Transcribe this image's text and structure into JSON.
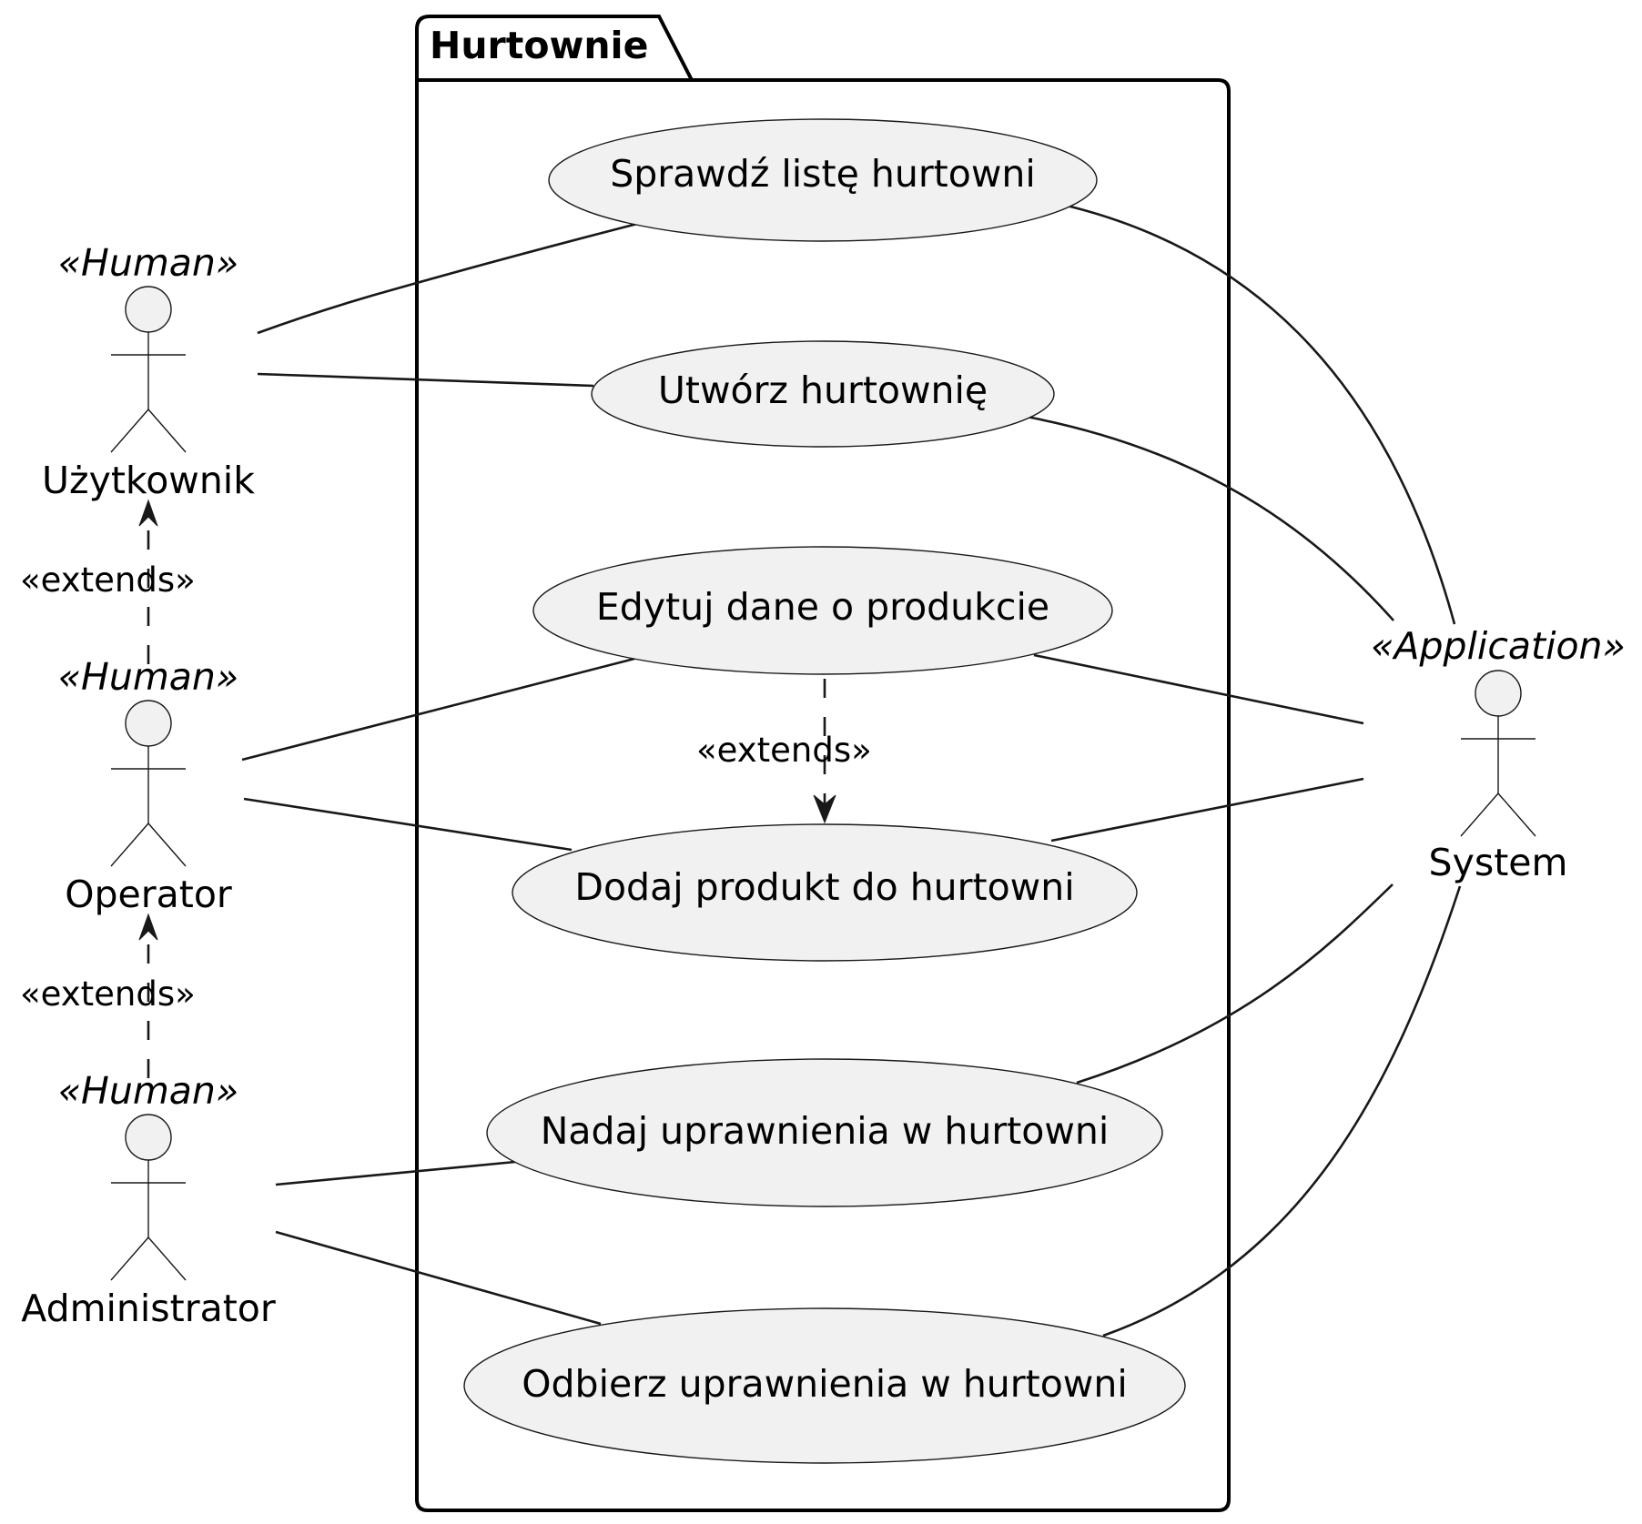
{
  "package": {
    "title": "Hurtownie"
  },
  "actors": {
    "uzytkownik": {
      "stereotype": "«Human»",
      "name": "Użytkownik"
    },
    "operator": {
      "stereotype": "«Human»",
      "name": "Operator"
    },
    "administrator": {
      "stereotype": "«Human»",
      "name": "Administrator"
    },
    "system": {
      "stereotype": "«Application»",
      "name": "System"
    }
  },
  "use_cases": {
    "sprawdz": "Sprawdź listę hurtowni",
    "utworz": "Utwórz hurtownię",
    "edytuj": "Edytuj dane o produkcie",
    "dodaj": "Dodaj produkt do hurtowni",
    "nadaj": "Nadaj uprawnienia w hurtowni",
    "odbierz": "Odbierz uprawnienia w hurtowni"
  },
  "relations": {
    "operator_extends_uzytkownik": "«extends»",
    "administrator_extends_operator": "«extends»",
    "dodaj_extends_edytuj": "«extends»"
  }
}
